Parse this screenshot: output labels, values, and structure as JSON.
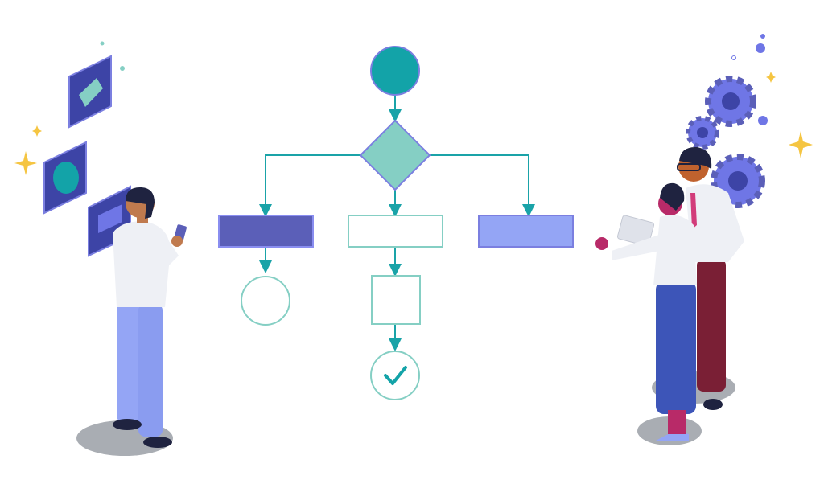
{
  "colors": {
    "teal_dark": "#13a3a8",
    "teal_light": "#85cfc4",
    "indigo": "#5b5fb8",
    "periwinkle": "#94a5f5",
    "outline_purple": "#7b7fe0",
    "arrow": "#1aa3a8",
    "shadow": "#a9adb3",
    "gear": "#6f76e6",
    "sparkle": "#f5c542"
  },
  "icons": [
    "flowchart-start-circle",
    "decision-diamond",
    "process-box",
    "end-circle",
    "checkmark-icon",
    "gear-icon",
    "sparkle-icon"
  ]
}
